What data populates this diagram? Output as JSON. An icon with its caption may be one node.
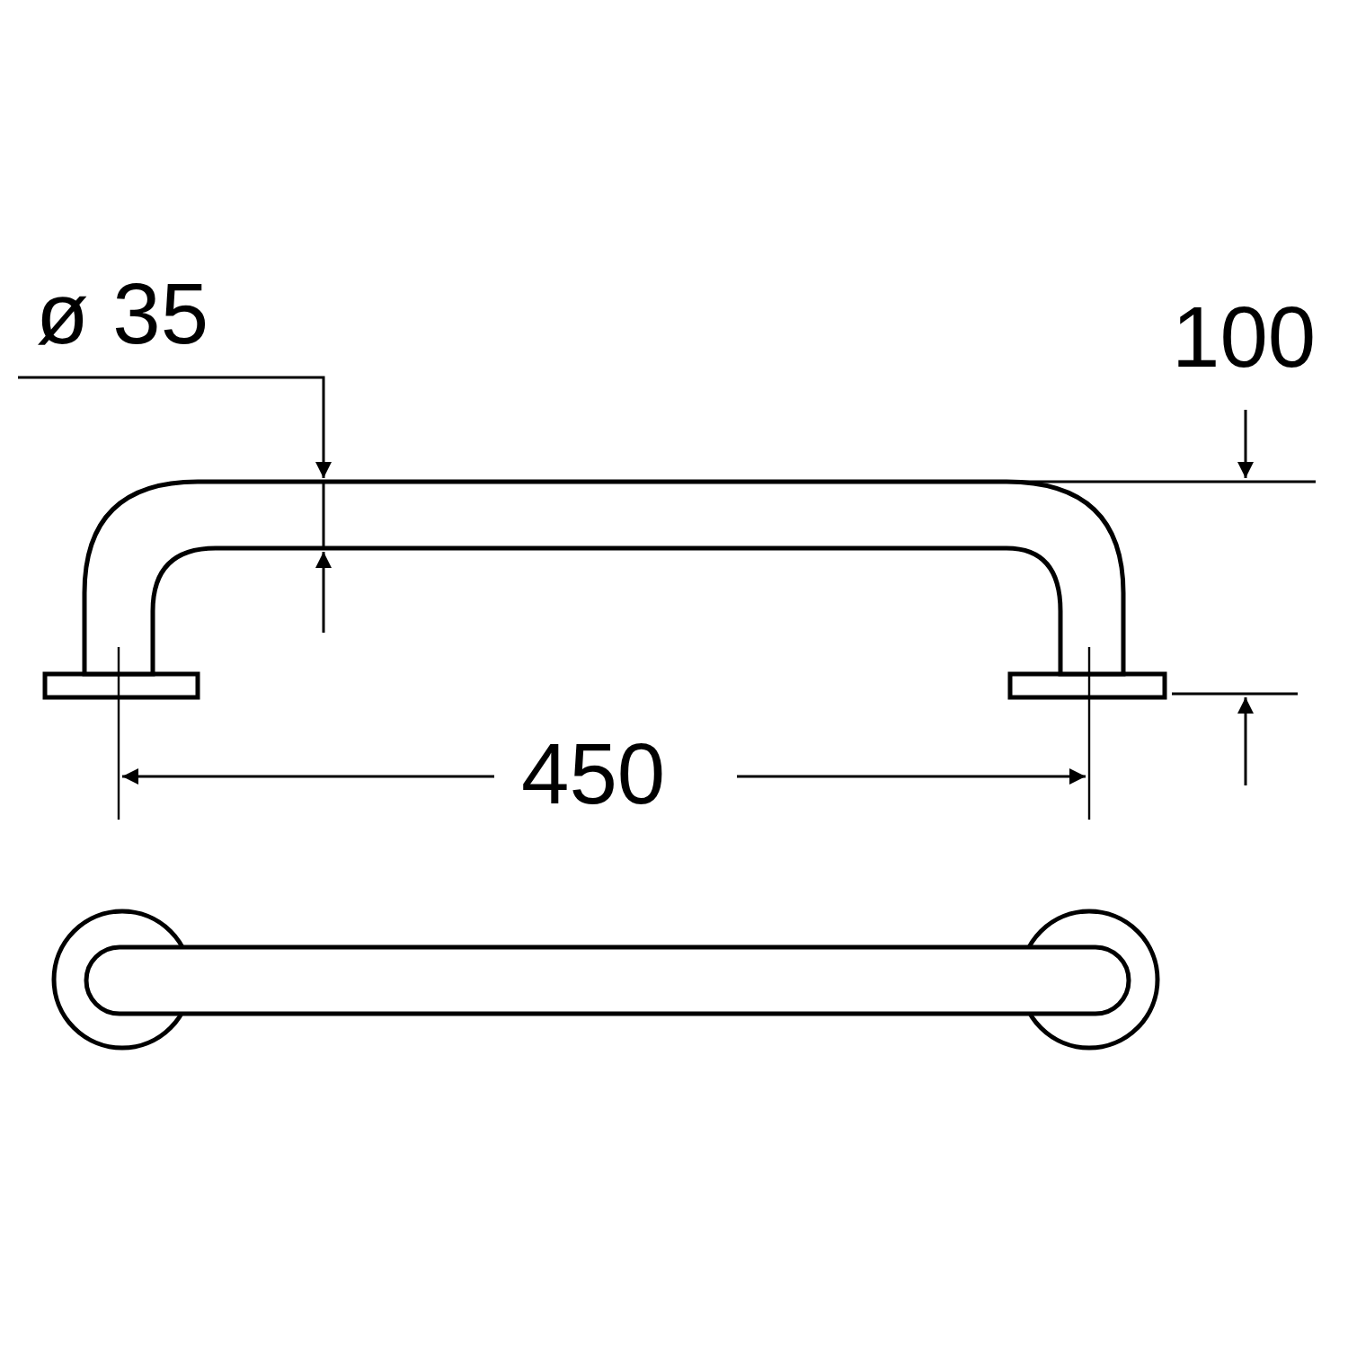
{
  "diagram": {
    "labels": [
      "ø 35",
      "100",
      "450"
    ]
  }
}
